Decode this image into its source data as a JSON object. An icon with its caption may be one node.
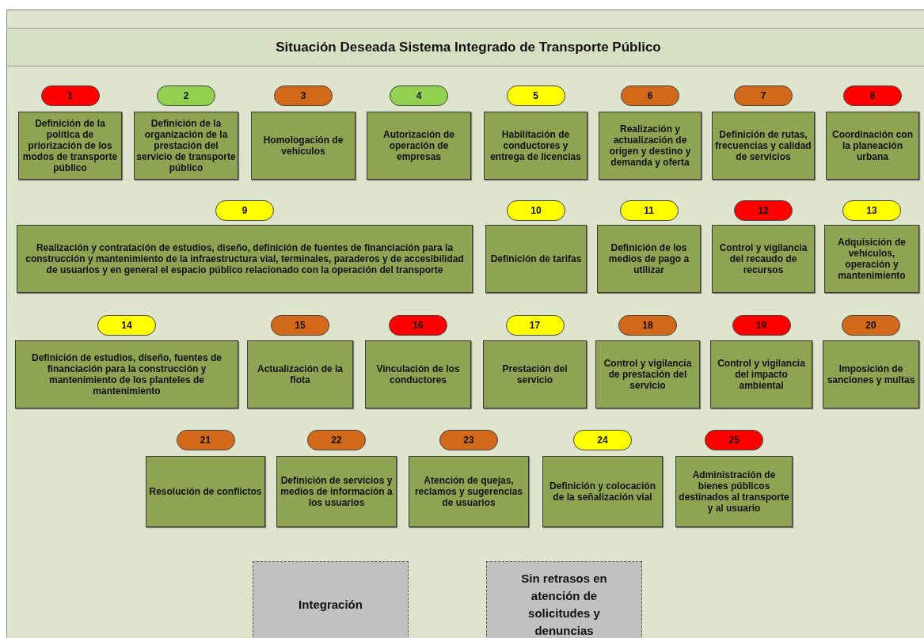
{
  "diagram": {
    "title": "Situación Deseada Sistema Integrado de Transporte Público",
    "nodes": [
      {
        "text": [
          "1"
        ]
      },
      {
        "text": [
          "2"
        ]
      },
      {
        "text": [
          "3"
        ]
      },
      {
        "text": [
          "4"
        ]
      },
      {
        "text": [
          "5"
        ]
      },
      {
        "text": [
          "6"
        ]
      },
      {
        "text": [
          "7"
        ]
      },
      {
        "text": [
          "8"
        ]
      },
      {
        "text": [
          "Definición de la política de priorización de los modos de transporte público"
        ]
      },
      {
        "text": [
          "Definición de la organización de la prestación del servicio de transporte público"
        ]
      },
      {
        "text": [
          "Homologación de vehículos"
        ]
      },
      {
        "text": [
          "Autorización de operación de empresas"
        ]
      },
      {
        "text": [
          "Habilitación de conductores y entrega de licencias"
        ]
      },
      {
        "text": [
          "Realización y actualización de origen y destino y demanda y oferta"
        ]
      },
      {
        "text": [
          "Definición de rutas, frecuencias y calidad de servicios"
        ]
      },
      {
        "text": [
          "Coordinación con la planeación urbana"
        ]
      },
      {
        "text": [
          "9"
        ]
      },
      {
        "text": [
          "10"
        ]
      },
      {
        "text": [
          "11"
        ]
      },
      {
        "text": [
          "12"
        ]
      },
      {
        "text": [
          "13"
        ]
      },
      {
        "text": [
          "Realización y contratación de estudios, diseño, definición de fuentes de financiación para la construcción y mantenimiento de la infraestructura vial, terminales, paraderos y de accesibilidad de usuarios y en general el espacio público relacionado con la operación del transporte"
        ]
      },
      {
        "text": [
          "Definición de tarifas"
        ]
      },
      {
        "text": [
          "Definición de los medios de pago a utilizar"
        ]
      },
      {
        "text": [
          "Control y vigilancia del recaudo de recursos"
        ]
      },
      {
        "text": [
          "Adquisición de vehículos, operación y mantenimiento"
        ]
      },
      {
        "text": [
          "14"
        ]
      },
      {
        "text": [
          "15"
        ]
      },
      {
        "text": [
          "16"
        ]
      },
      {
        "text": [
          "17"
        ]
      },
      {
        "text": [
          "18"
        ]
      },
      {
        "text": [
          "19"
        ]
      },
      {
        "text": [
          "20"
        ]
      },
      {
        "text": [
          "Definición de estudios, diseño, fuentes de financiación para la construcción y mantenimiento de los planteles de mantenimiento"
        ]
      },
      {
        "text": [
          "Actualización de la flota"
        ]
      },
      {
        "text": [
          "Vinculación de los conductores"
        ]
      },
      {
        "text": [
          "Prestación del servicio"
        ]
      },
      {
        "text": [
          "Control y vigilancia de prestación del servicio"
        ]
      },
      {
        "text": [
          "Control y vigilancia del impacto ambiental"
        ]
      },
      {
        "text": [
          "Imposición de sanciones y multas"
        ]
      },
      {
        "text": [
          "21"
        ]
      },
      {
        "text": [
          "22"
        ]
      },
      {
        "text": [
          "23"
        ]
      },
      {
        "text": [
          "24"
        ]
      },
      {
        "text": [
          "25"
        ]
      },
      {
        "text": [
          "Resolución de conflictos"
        ]
      },
      {
        "text": [
          "Definición de servicios y medios de información a los usuarios"
        ]
      },
      {
        "text": [
          "Atención de quejas, reclamos y sugerencias de usuarios"
        ]
      },
      {
        "text": [
          "Definición y colocación de la señalización vial"
        ]
      },
      {
        "text": [
          "Administración de bienes públicos destinados al transporte y al usuario"
        ]
      },
      {
        "text": [
          "Integración"
        ]
      },
      {
        "text": [
          "Sin retrasos en atención de solicitudes y denuncias"
        ]
      }
    ],
    "edges": []
  }
}
